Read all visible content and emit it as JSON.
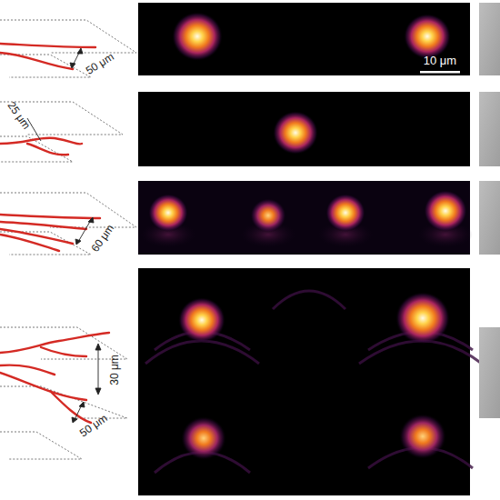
{
  "diagram": {
    "labels": [
      "50 μm",
      "10 μm",
      "25 μm",
      "60 μm",
      "30 μm",
      "50 μm"
    ]
  }
}
